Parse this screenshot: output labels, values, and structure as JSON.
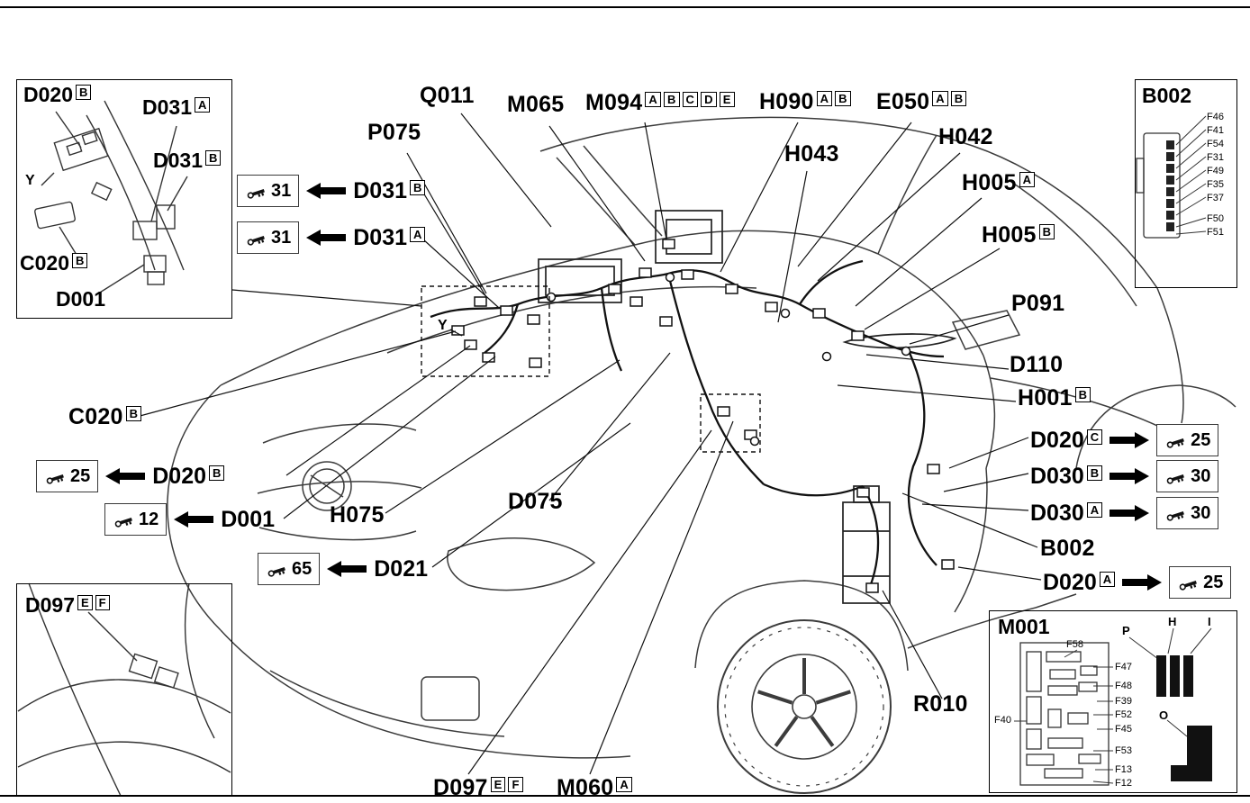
{
  "colors": {
    "ink": "#111111",
    "paper": "#ffffff"
  },
  "insets": {
    "top_left": {
      "d020": {
        "code": "D020",
        "sfx": "B"
      },
      "d031a": {
        "code": "D031",
        "sfx": "A"
      },
      "d031b": {
        "code": "D031",
        "sfx": "B"
      },
      "c020": {
        "code": "C020",
        "sfx": "B"
      },
      "d001": {
        "code": "D001"
      },
      "y_marker": "Y"
    },
    "top_right": {
      "title": "B002",
      "fuses": [
        "F46",
        "F41",
        "F54",
        "F31",
        "F49",
        "F35",
        "F37",
        "F50",
        "F51"
      ]
    },
    "bottom_left": {
      "d097": {
        "code": "D097",
        "sfx1": "E",
        "sfx2": "F"
      }
    },
    "bottom_right": {
      "title": "M001",
      "pins": {
        "p": "P",
        "h": "H",
        "i": "I",
        "o": "O"
      },
      "f58": "F58",
      "f40": "F40",
      "fuse_column": [
        "F47",
        "F48",
        "F39",
        "F52",
        "F45",
        "F53",
        "F13",
        "F12"
      ]
    }
  },
  "main": {
    "y_marker": "Y",
    "top": {
      "q011": "Q011",
      "p075": "P075",
      "m065": "M065",
      "m094": {
        "code": "M094",
        "sfx": [
          "A",
          "B",
          "C",
          "D",
          "E"
        ]
      },
      "h090": {
        "code": "H090",
        "sfx": [
          "A",
          "B"
        ]
      },
      "e050": {
        "code": "E050",
        "sfx": [
          "A",
          "B"
        ]
      },
      "h042": "H042",
      "h043": "H043",
      "h005a": {
        "code": "H005",
        "sfx": "A"
      },
      "h005b": {
        "code": "H005",
        "sfx": "B"
      },
      "p091": "P091",
      "d110": "D110",
      "h001b": {
        "code": "H001",
        "sfx": "B"
      }
    },
    "left": {
      "r1": {
        "count": "31",
        "code": "D031",
        "sfx": "B"
      },
      "r2": {
        "count": "31",
        "code": "D031",
        "sfx": "A"
      },
      "c020": {
        "code": "C020",
        "sfx": "B"
      },
      "r3": {
        "count": "25",
        "code": "D020",
        "sfx": "B"
      },
      "r4": {
        "count": "12",
        "code": "D001"
      },
      "h075": "H075",
      "r5": {
        "count": "65",
        "code": "D021"
      },
      "d075": "D075"
    },
    "right": {
      "r1": {
        "code": "D020",
        "sfx": "C",
        "count": "25"
      },
      "r2": {
        "code": "D030",
        "sfx": "B",
        "count": "30"
      },
      "r3": {
        "code": "D030",
        "sfx": "A",
        "count": "30"
      },
      "b002": "B002",
      "r4": {
        "code": "D020",
        "sfx": "A",
        "count": "25"
      },
      "r010": "R010"
    },
    "bottom": {
      "d097": {
        "code": "D097",
        "sfx1": "E",
        "sfx2": "F"
      },
      "m060": {
        "code": "M060",
        "sfx": "A"
      }
    }
  }
}
